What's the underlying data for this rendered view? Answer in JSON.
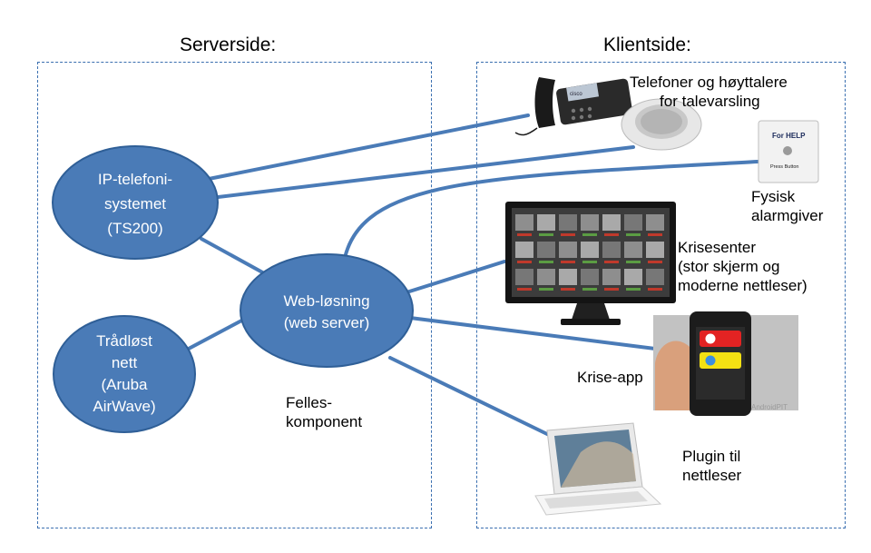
{
  "serverside": {
    "title": "Serverside:"
  },
  "clientside": {
    "title": "Klientside:"
  },
  "nodes": {
    "ip": [
      "IP-telefoni-",
      "systemet",
      "(TS200)"
    ],
    "wireless": [
      "Trådløst",
      "nett",
      "(Aruba",
      "AirWave)"
    ],
    "web": [
      "Web-løsning",
      "(web server)"
    ]
  },
  "labels": {
    "shared_component": "Felles-\nkomponent",
    "phones_speakers": "Telefoner og høyttalere\n       for talevarsling",
    "physical_alarm": "Fysisk\nalarmgiver",
    "crisis_center": "Krisesenter\n(stor skjerm og\nmoderne nettleser)",
    "crisis_app": "Krise-app",
    "plugin": "Plugin til\nnettleser"
  },
  "devices": {
    "alarm_button_title": "For HELP",
    "alarm_button_sub": "Press Button",
    "phone_brand": "cisco",
    "watermark": "AndroidPIT"
  },
  "colors": {
    "node_fill": "#4a7bb7",
    "node_stroke": "#2f5f97",
    "connector": "#4a7bb7",
    "panel_border": "#3a6fb0"
  }
}
